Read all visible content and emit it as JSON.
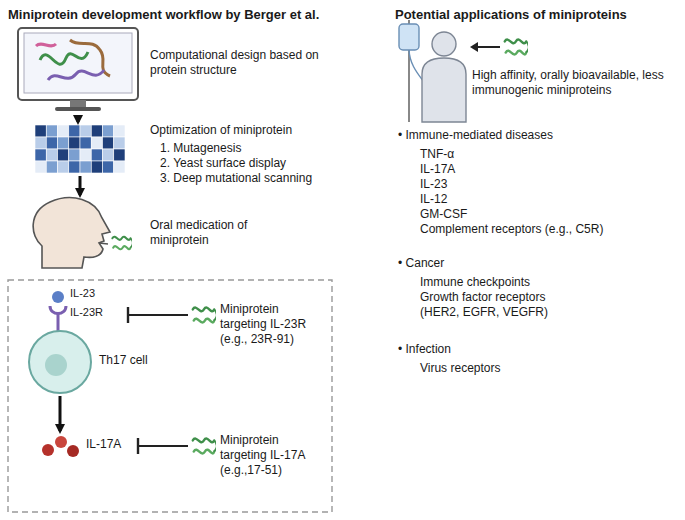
{
  "diagram": {
    "nodes": [
      {
        "text": [
          "Computational design based on protein structure"
        ]
      },
      {
        "text": [
          "Optimization of miniprotein",
          "1. Mutagenesis",
          "2. Yeast surface display",
          "3. Deep mutational scanning"
        ]
      },
      {
        "text": [
          "Oral medication of miniprotein"
        ]
      },
      {
        "text": [
          "Th17 cell"
        ]
      },
      {
        "text": [
          "IL-17A"
        ]
      }
    ],
    "edges": [
      {
        "from": 0,
        "to": 1,
        "arrow": "to"
      },
      {
        "from": 1,
        "to": 2,
        "arrow": "to"
      },
      {
        "from": 3,
        "to": 4,
        "arrow": "to"
      }
    ],
    "labels": [
      "Miniprotein development workflow by Berger et al.",
      "Potential applications of miniproteins",
      "IL-23",
      "IL-23R",
      "Miniprotein targeting IL-23R (e.g., 23R-91)",
      "Miniprotein targeting IL-17A (e.g.,17-51)",
      "High affinity, orally bioavailable, less immunogenic miniproteins",
      "• Immune-mediated diseases",
      "TNF-α",
      "IL-17A",
      "IL-23",
      "IL-12",
      "GM-CSF",
      "Complement receptors (e.g., C5R)",
      "• Cancer",
      "Immune checkpoints",
      "Growth factor receptors (HER2, EGFR, VEGFR)",
      "• Infection",
      "Virus receptors"
    ]
  }
}
